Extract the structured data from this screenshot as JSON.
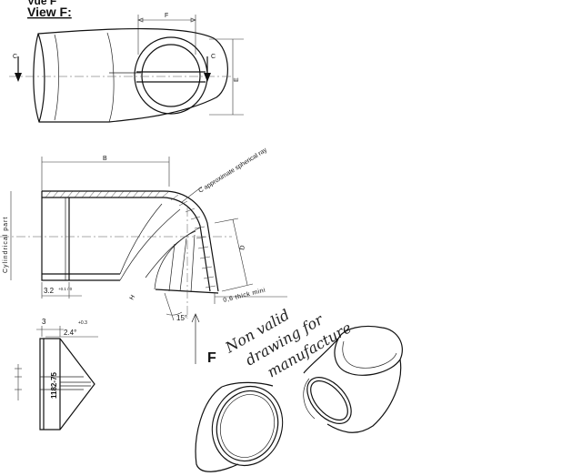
{
  "header": {
    "top_cut": "Vue F",
    "view_title": "View F:"
  },
  "labels": {
    "section_c": "C",
    "dim_f": "F",
    "dim_e": "E",
    "dim_b": "B",
    "dim_d": "D",
    "dim_h": "H",
    "approx_note": "C approximate spherical ray",
    "cylindrical_part": "Cylindrical part",
    "thickness_note": "0,6 thick mini",
    "dim_32": "3.2",
    "tol_32": "+0.1 / 0",
    "angle_15": "15°",
    "dim_3": "3",
    "angle_24": "2.4°",
    "tol_24": "+0.3",
    "part_code": "1182-75",
    "view_letter": "F",
    "handwritten_note": [
      "Non valid",
      "drawing for",
      "manufacture"
    ]
  }
}
